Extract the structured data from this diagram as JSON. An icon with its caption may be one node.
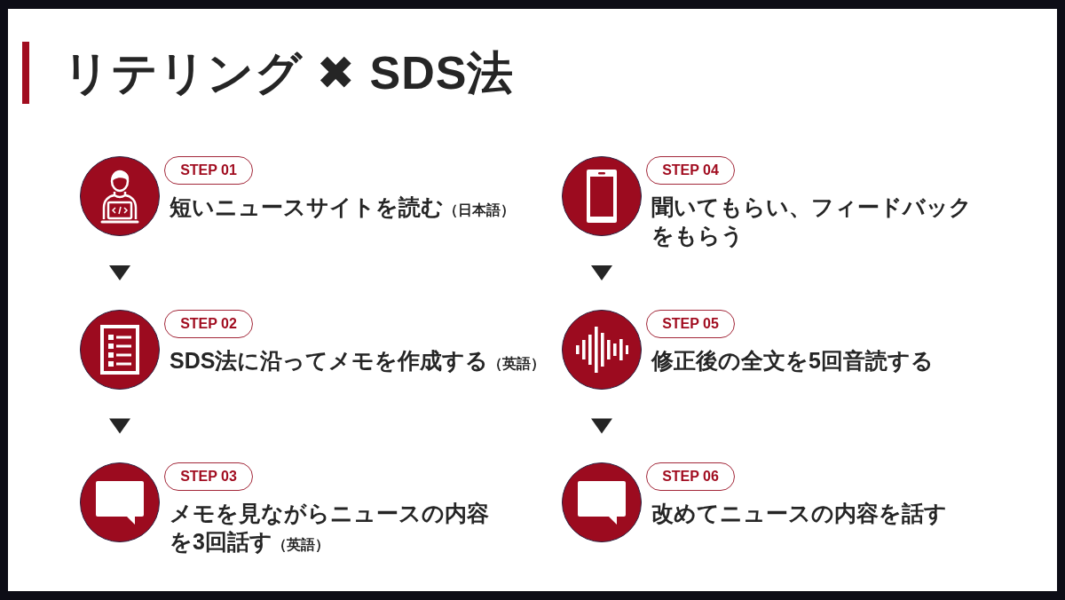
{
  "diagram": {
    "title": "リテリング ✖ SDS法",
    "nodes": [
      {
        "text": [],
        "shape": "circle",
        "beside": [
          "短いニュースサイトを読む",
          "（日本語）"
        ]
      },
      {
        "text": [
          "STEP 01"
        ]
      },
      {
        "text": [],
        "shape": "circle",
        "beside": [
          "SDS法に沿ってメモを作成する",
          "（英語）"
        ]
      },
      {
        "text": [
          "STEP 02"
        ]
      },
      {
        "text": [],
        "shape": "circle",
        "beside": [
          "メモを見ながらニュースの内容を3回話す",
          "（英語）"
        ]
      },
      {
        "text": [
          "STEP 03"
        ]
      },
      {
        "text": [],
        "shape": "circle",
        "beside": [
          "聞いてもらい、フィードバックをもらう"
        ]
      },
      {
        "text": [
          "STEP 04"
        ]
      },
      {
        "text": [],
        "shape": "circle",
        "beside": [
          "修正後の全文を5回音読する"
        ]
      },
      {
        "text": [
          "STEP 05"
        ]
      },
      {
        "text": [],
        "shape": "circle",
        "beside": [
          "改めてニュースの内容を話す"
        ]
      },
      {
        "text": [
          "STEP 06"
        ]
      }
    ],
    "edges": [
      {
        "from": 0,
        "to": 2,
        "arrow": "to"
      },
      {
        "from": 2,
        "to": 4,
        "arrow": "to"
      },
      {
        "from": 6,
        "to": 8,
        "arrow": "to"
      },
      {
        "from": 8,
        "to": 10,
        "arrow": "to"
      }
    ]
  }
}
